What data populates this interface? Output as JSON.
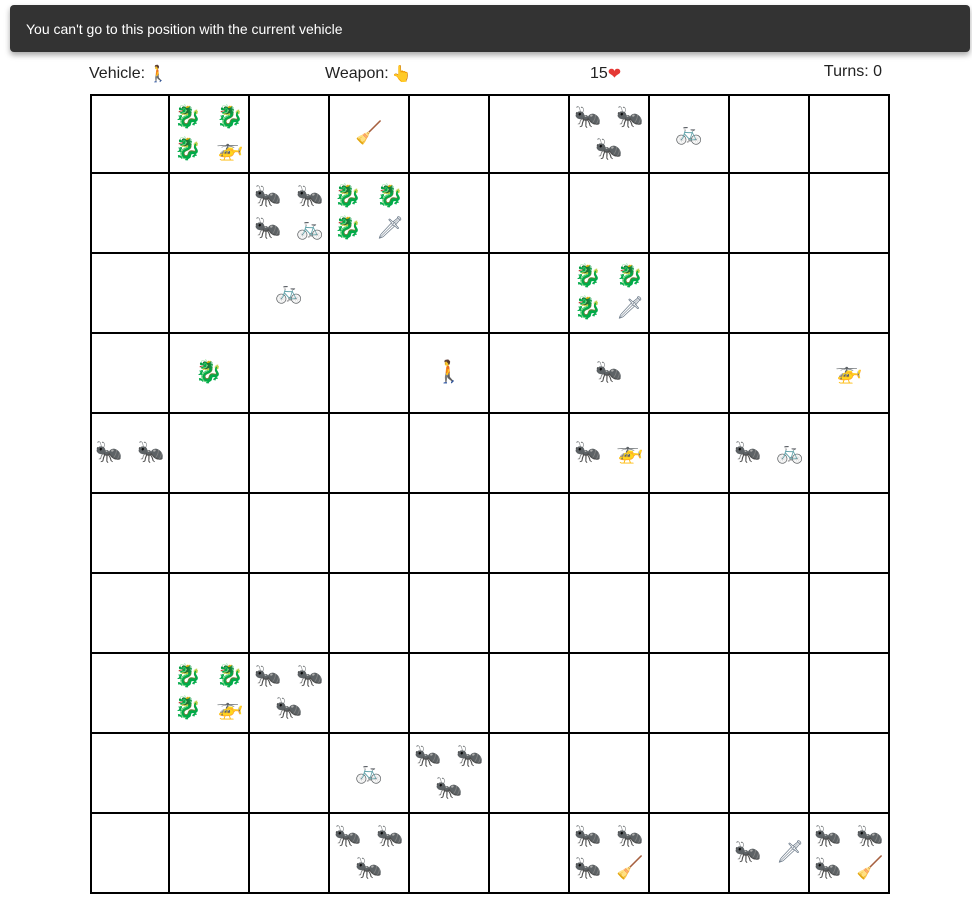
{
  "toast": {
    "message": "You can't go to this position with the current vehicle"
  },
  "status": {
    "vehicle_label": "Vehicle:",
    "vehicle_icon": "🚶",
    "weapon_label": "Weapon:",
    "weapon_icon": "👆",
    "health_value": "15",
    "health_icon": "❤",
    "turns_text": "Turns: 0"
  },
  "icons": {
    "ant": "🐜",
    "dragon": "🐉",
    "helicopter": "🚁",
    "bicycle": "🚲",
    "sword": "🗡",
    "broom": "🧹",
    "person": "🚶"
  },
  "colors": {
    "toast_bg": "#333333",
    "grid_line": "#000000",
    "heart": "#e53935"
  },
  "board": {
    "rows": [
      [
        [],
        [
          "dragon",
          "dragon",
          "dragon",
          "helicopter"
        ],
        [],
        [
          "broom"
        ],
        [],
        [],
        [
          "ant",
          "ant",
          "ant"
        ],
        [
          "bicycle"
        ],
        [],
        []
      ],
      [
        [],
        [],
        [
          "ant",
          "ant",
          "ant",
          "bicycle"
        ],
        [
          "dragon",
          "dragon",
          "dragon",
          "sword"
        ],
        [],
        [],
        [],
        [],
        [],
        []
      ],
      [
        [],
        [],
        [
          "bicycle"
        ],
        [],
        [],
        [],
        [
          "dragon",
          "dragon",
          "dragon",
          "sword"
        ],
        [],
        [],
        []
      ],
      [
        [],
        [
          "dragon"
        ],
        [],
        [],
        [
          "person"
        ],
        [],
        [
          "ant"
        ],
        [],
        [],
        [
          "helicopter"
        ]
      ],
      [
        [
          "ant",
          "ant"
        ],
        [],
        [],
        [],
        [],
        [],
        [
          "ant",
          "helicopter"
        ],
        [],
        [
          "ant",
          "bicycle"
        ],
        []
      ],
      [
        [],
        [],
        [],
        [],
        [],
        [],
        [],
        [],
        [],
        []
      ],
      [
        [],
        [],
        [],
        [],
        [],
        [],
        [],
        [],
        [],
        []
      ],
      [
        [],
        [
          "dragon",
          "dragon",
          "dragon",
          "helicopter"
        ],
        [
          "ant",
          "ant",
          "ant"
        ],
        [],
        [],
        [],
        [],
        [],
        [],
        []
      ],
      [
        [],
        [],
        [],
        [
          "bicycle"
        ],
        [
          "ant",
          "ant",
          "ant"
        ],
        [],
        [],
        [],
        [],
        []
      ],
      [
        [],
        [],
        [],
        [
          "ant",
          "ant",
          "ant"
        ],
        [],
        [],
        [
          "ant",
          "ant",
          "ant",
          "broom"
        ],
        [],
        [
          "ant",
          "sword"
        ],
        [
          "ant",
          "ant",
          "ant",
          "broom"
        ]
      ]
    ]
  }
}
